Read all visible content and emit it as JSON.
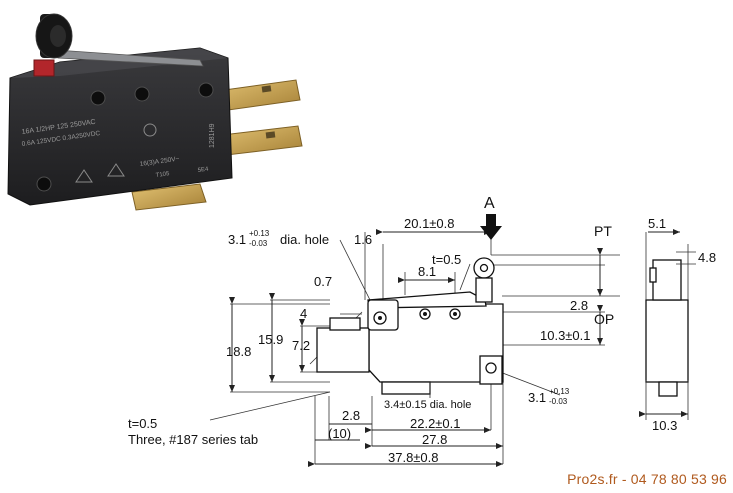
{
  "photo": {
    "label_ratings_1": "16A 1/2HP 125 250VAC",
    "label_ratings_2": "0.6A 125VDC 0.3A250VDC",
    "label_ratings_3": "16(3)A 250V~",
    "label_code_1": "T105",
    "label_code_2": "5E4",
    "label_part": "1281H9",
    "colors": {
      "body": "#2a2a2c",
      "terminal": "#c9a451",
      "button": "#b2262b",
      "roller": "#1a1a1a"
    }
  },
  "drawing": {
    "arrow_label": "A",
    "pt_label": "PT",
    "op_label": "OP",
    "dims": {
      "d_20_1": "20.1±0.8",
      "d_1_6": "1.6",
      "hole_label": "dia. hole",
      "hole_size": "3.1",
      "hole_tol_plus": "+0.13",
      "hole_tol_minus": "-0.03",
      "lever_t": "t=0.5",
      "d_8_1": "8.1",
      "d_0_7": "0.7",
      "d_4": "4",
      "d_2_8_top": "2.8",
      "d_10_3_01": "10.3±0.1",
      "d_18_8": "18.8",
      "d_15_9": "15.9",
      "d_7_2": "7.2",
      "small_hole": "3.4±0.15 dia. hole",
      "right_hole_size": "3.1",
      "right_hole_tol_plus": "+0.13",
      "right_hole_tol_minus": "-0.03",
      "d_2_8_bottom": "2.8",
      "d_10_paren": "(10)",
      "d_22_2": "22.2±0.1",
      "d_27_8": "27.8",
      "d_37_8": "37.8±0.8",
      "tab_t": "t=0.5",
      "tab_note": "Three, #187 series tab"
    },
    "side": {
      "d_5_1": "5.1",
      "d_4_8": "4.8",
      "d_10_3": "10.3"
    }
  },
  "watermark": "Pro2s.fr - 04 78 80 53 96"
}
